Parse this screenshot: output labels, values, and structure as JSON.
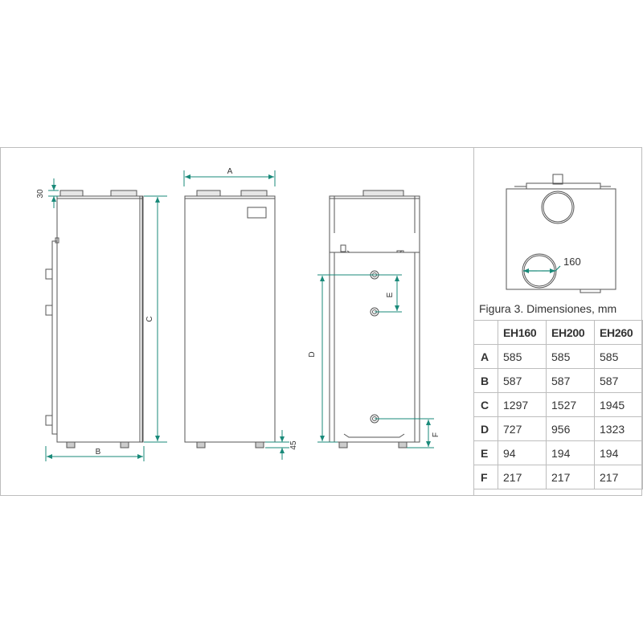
{
  "caption": "Figura 3. Dimensiones, mm",
  "table": {
    "columns": [
      "EH160",
      "EH200",
      "EH260"
    ],
    "rows": [
      {
        "label": "A",
        "values": [
          "585",
          "585",
          "585"
        ]
      },
      {
        "label": "B",
        "values": [
          "587",
          "587",
          "587"
        ]
      },
      {
        "label": "C",
        "values": [
          "1297",
          "1527",
          "1945"
        ]
      },
      {
        "label": "D",
        "values": [
          "727",
          "956",
          "1323"
        ]
      },
      {
        "label": "E",
        "values": [
          "94",
          "194",
          "194"
        ]
      },
      {
        "label": "F",
        "values": [
          "217",
          "217",
          "217"
        ]
      }
    ]
  },
  "labels": {
    "dim_30": "30",
    "dim_a": "A",
    "dim_b": "B",
    "dim_c": "C",
    "dim_d": "D",
    "dim_e": "E",
    "dim_f": "F",
    "dim_45": "45",
    "dim_160": "160"
  },
  "colors": {
    "dimension": "#1a8a7a",
    "outline": "#555555",
    "border": "#bdbdbd"
  }
}
